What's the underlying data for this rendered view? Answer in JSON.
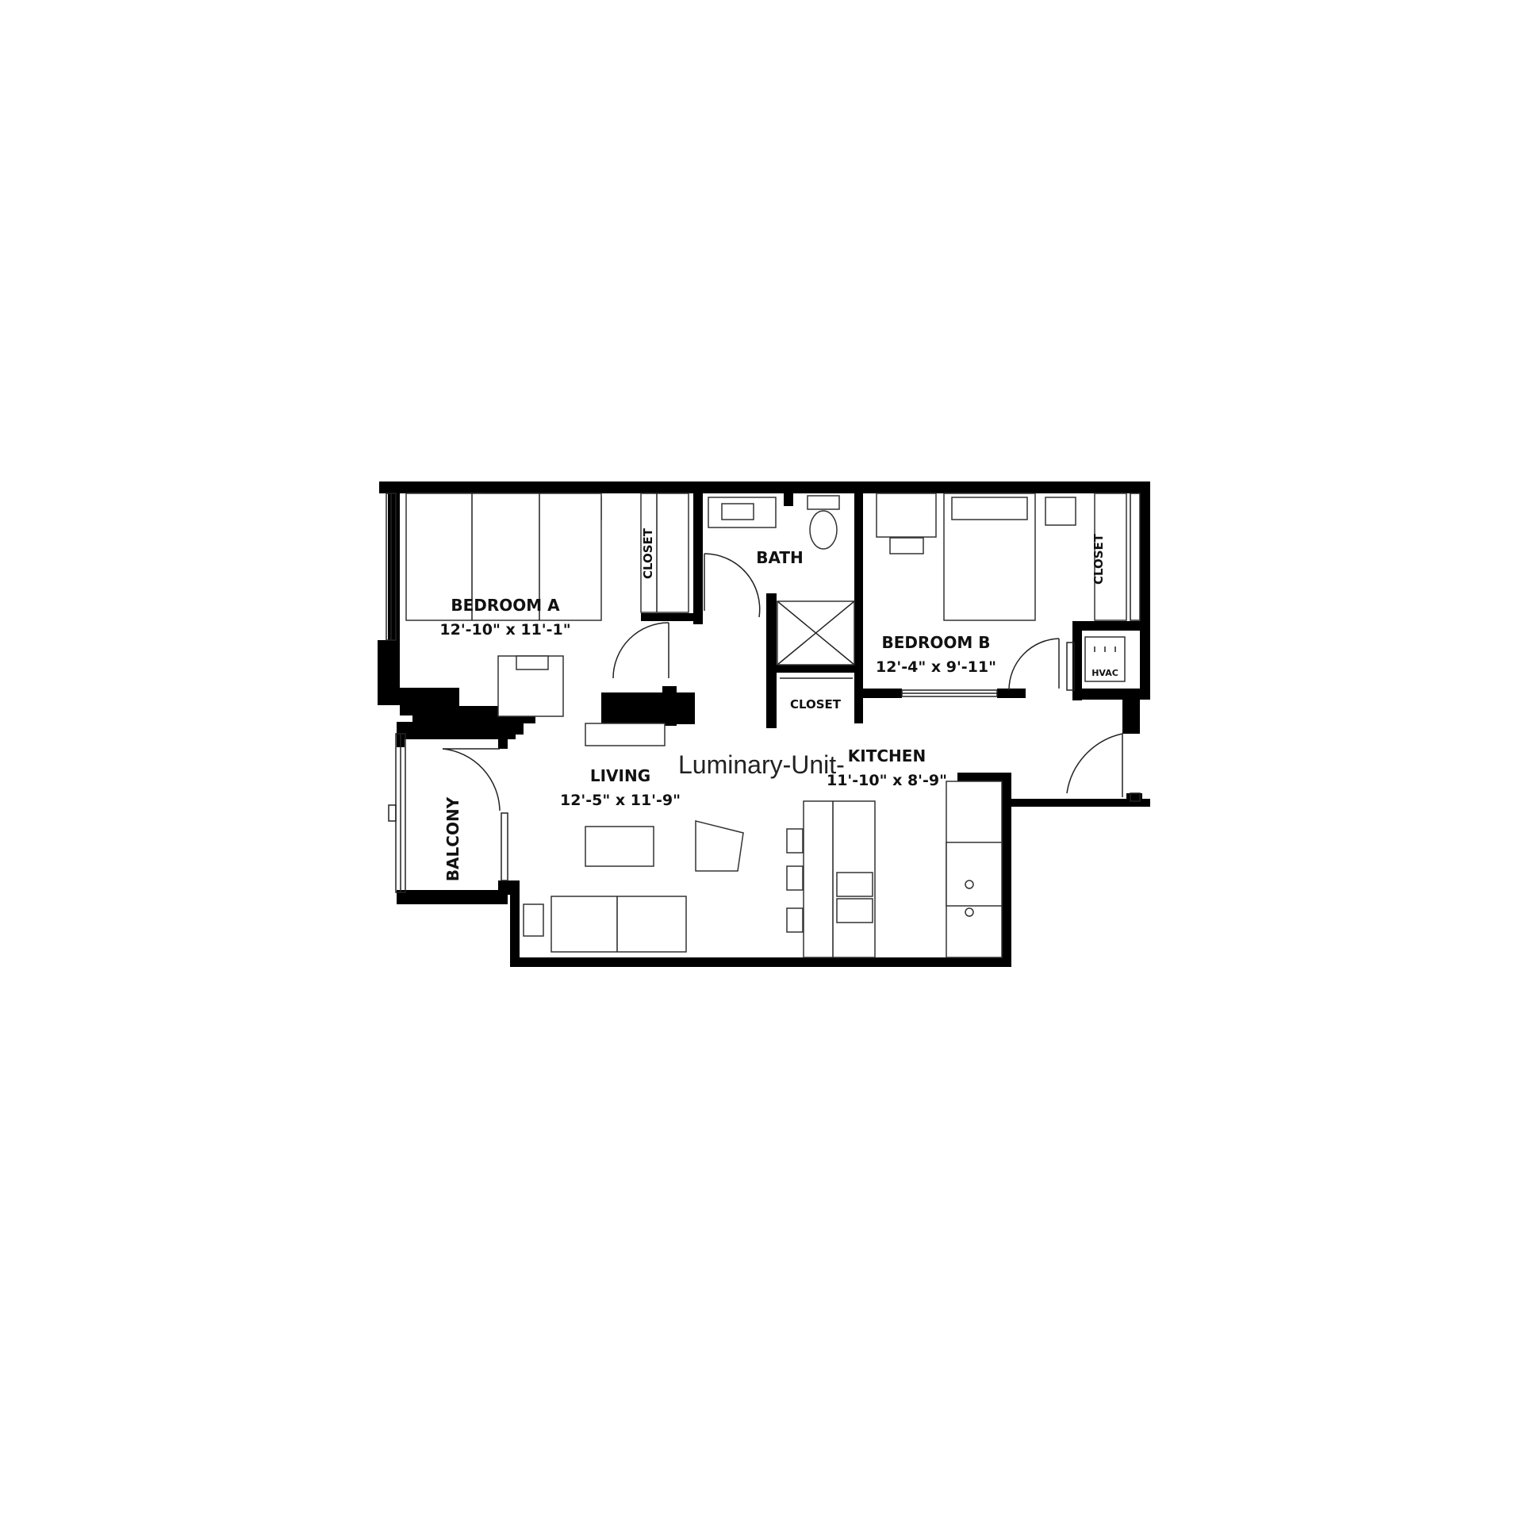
{
  "plan": {
    "overlay_title": "Luminary-Unit-",
    "rooms": {
      "bedroom_a": {
        "name": "BEDROOM A",
        "dims": "12'-10\" x 11'-1\""
      },
      "bath": {
        "name": "BATH"
      },
      "bedroom_b": {
        "name": "BEDROOM B",
        "dims": "12'-4\" x 9'-11\""
      },
      "living": {
        "name": "LIVING",
        "dims": "12'-5\" x 11'-9\""
      },
      "kitchen": {
        "name": "KITCHEN",
        "dims": "11'-10\" x 8'-9\""
      },
      "balcony": {
        "name": "BALCONY"
      },
      "closet_a": {
        "name": "CLOSET"
      },
      "closet_b": {
        "name": "CLOSET"
      },
      "closet_hall": {
        "name": "CLOSET"
      },
      "hvac": {
        "name": "HVAC"
      }
    }
  }
}
